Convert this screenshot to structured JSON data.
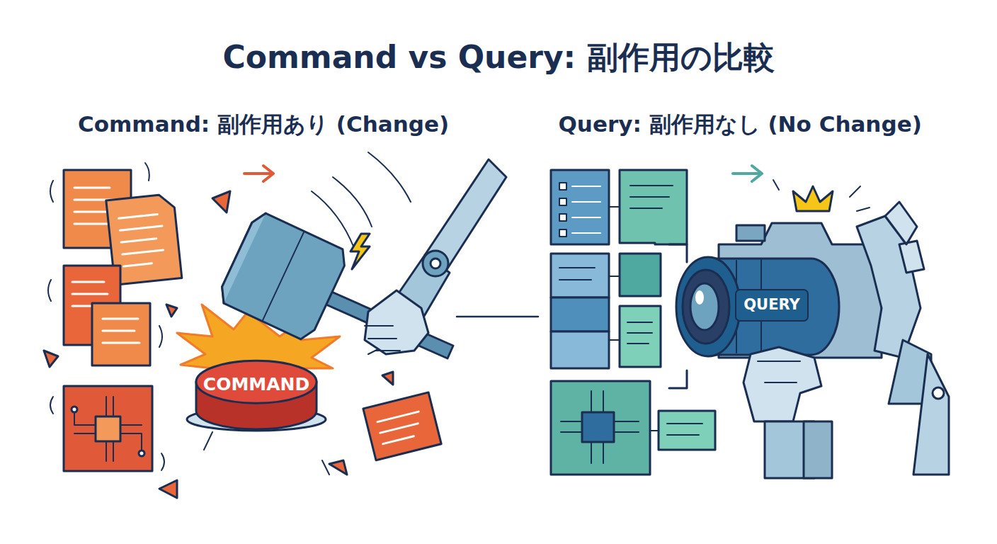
{
  "diagram": {
    "title": "Command vs Query: 副作用の比較",
    "nodes": [
      {
        "text": [
          "COMMAND"
        ]
      },
      {
        "text": [
          "QUERY"
        ]
      }
    ],
    "labels": [
      "Command: 副作用あり (Change)",
      "Query: 副作用なし (No Change)"
    ]
  }
}
